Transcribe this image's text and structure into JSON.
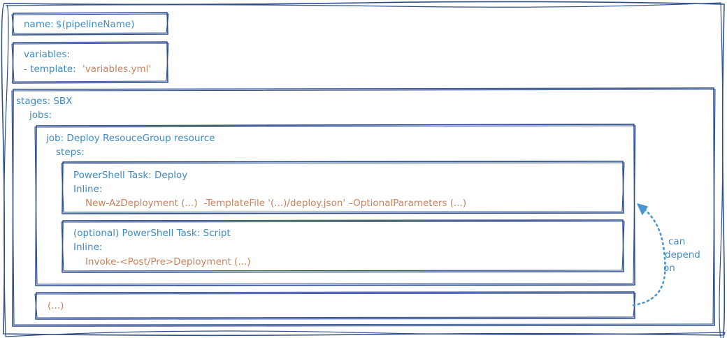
{
  "name_block": {
    "key": "name:",
    "value": "$(pipelineName)"
  },
  "variables_block": {
    "key": "variables:",
    "template_key": "- template:",
    "template_value": "'variables.yml'"
  },
  "stages_block": {
    "stages_line": "stages: SBX",
    "jobs_line": "jobs:",
    "job": {
      "job_line": "job: Deploy ResouceGroup resource",
      "steps_line": "steps:",
      "tasks": [
        {
          "title": "PowerShell Task: Deploy",
          "inline_label": "Inline:",
          "command": "New-AzDeployment (...)  -TemplateFile '(...)/deploy.json' –OptionalParameters (...)"
        },
        {
          "title": "(optional) PowerShell Task: Script",
          "inline_label": "Inline:",
          "command": "Invoke-<Post/Pre>Deployment (...)"
        }
      ]
    },
    "more_jobs": "(...)"
  },
  "dependency_label": {
    "line1": "can",
    "line2": "depend",
    "line3": "on"
  },
  "colors": {
    "frame_stroke": "#2f4f8f",
    "key_text": "#3f8bc8",
    "value_text": "#c9825d",
    "arrow": "#4a97cf"
  }
}
